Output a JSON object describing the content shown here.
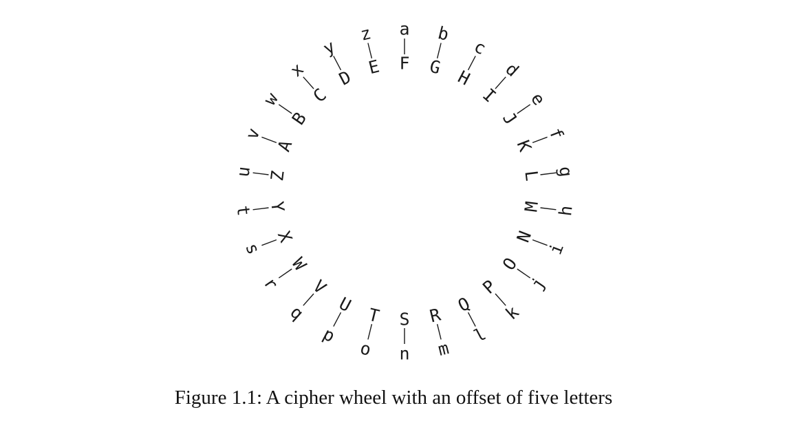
{
  "figure": {
    "caption": "Figure 1.1: A cipher wheel with an offset of five letters",
    "pairs": [
      {
        "outer": "a",
        "inner": "F"
      },
      {
        "outer": "b",
        "inner": "G"
      },
      {
        "outer": "c",
        "inner": "H"
      },
      {
        "outer": "d",
        "inner": "I"
      },
      {
        "outer": "e",
        "inner": "J"
      },
      {
        "outer": "f",
        "inner": "K"
      },
      {
        "outer": "g",
        "inner": "L"
      },
      {
        "outer": "h",
        "inner": "M"
      },
      {
        "outer": "i",
        "inner": "N"
      },
      {
        "outer": "j",
        "inner": "O"
      },
      {
        "outer": "k",
        "inner": "P"
      },
      {
        "outer": "l",
        "inner": "Q"
      },
      {
        "outer": "m",
        "inner": "R"
      },
      {
        "outer": "n",
        "inner": "S"
      },
      {
        "outer": "o",
        "inner": "T"
      },
      {
        "outer": "p",
        "inner": "U"
      },
      {
        "outer": "q",
        "inner": "V"
      },
      {
        "outer": "r",
        "inner": "W"
      },
      {
        "outer": "s",
        "inner": "X"
      },
      {
        "outer": "t",
        "inner": "Y"
      },
      {
        "outer": "u",
        "inner": "Z"
      },
      {
        "outer": "v",
        "inner": "A"
      },
      {
        "outer": "w",
        "inner": "B"
      },
      {
        "outer": "x",
        "inner": "C"
      },
      {
        "outer": "y",
        "inner": "D"
      },
      {
        "outer": "z",
        "inner": "E"
      }
    ]
  }
}
